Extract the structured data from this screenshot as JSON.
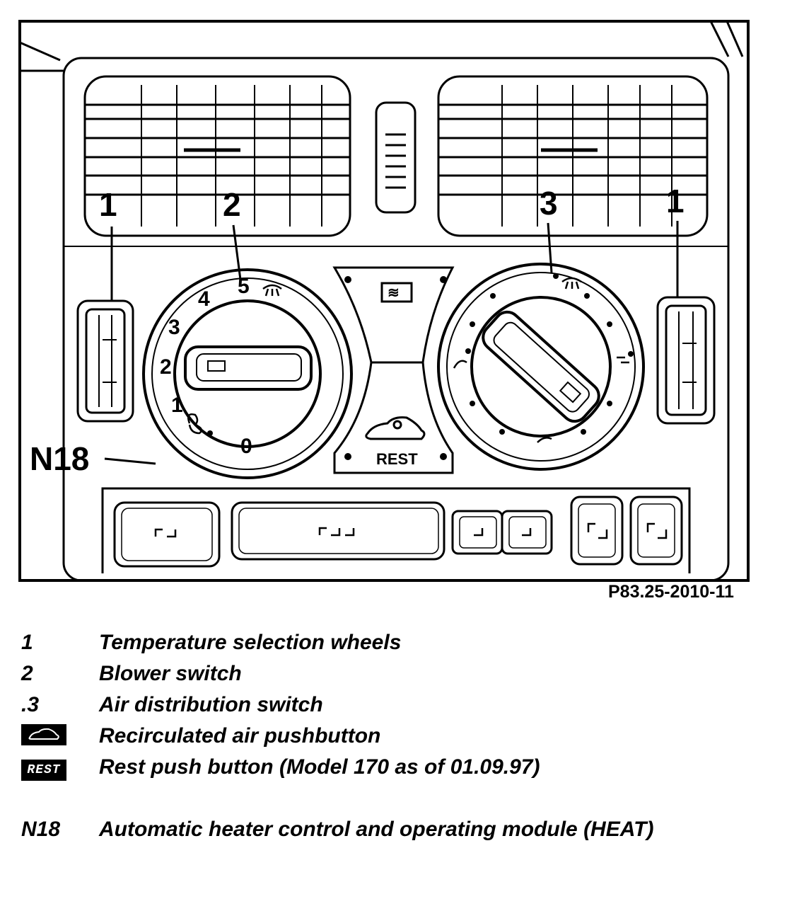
{
  "figure": {
    "callouts": {
      "one_left": "1",
      "two": "2",
      "three": "3",
      "one_right": "1"
    },
    "blower_scale": [
      "0",
      "1",
      "2",
      "3",
      "4",
      "5"
    ],
    "rest_label": "REST",
    "module_label": "N18",
    "reference_code": "P83.25-2010-11"
  },
  "legend": {
    "items": [
      {
        "key": "1",
        "text": "Temperature selection wheels"
      },
      {
        "key": "2",
        "text": "Blower switch"
      },
      {
        "key": ".3",
        "text": "Air distribution switch"
      },
      {
        "key_icon": "recirculated-air-icon",
        "text": "Recirculated air pushbutton"
      },
      {
        "key_icon_text": "REST",
        "text": "Rest push button (Model 170 as of 01.09.97)"
      },
      {
        "key": "N18",
        "text": "Automatic heater control and operating module (HEAT)"
      }
    ]
  }
}
